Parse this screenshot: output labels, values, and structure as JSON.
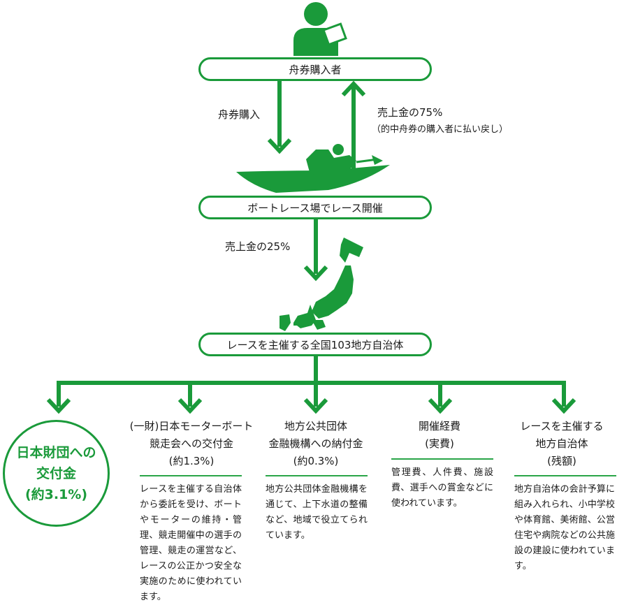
{
  "colors": {
    "green": "#1a9a3a",
    "rule": "#2aa548"
  },
  "nodes": {
    "purchaser": "舟券購入者",
    "race_venue": "ボートレース場でレース開催",
    "municipalities": "レースを主催する全国103地方自治体"
  },
  "edges": {
    "purchase": "舟券購入",
    "payout": "売上金の75%",
    "payout_note": "（的中舟券の購入者に払い戻し）",
    "share": "売上金の25%"
  },
  "icons": {
    "person": "person-reading-icon",
    "boat": "racing-boat-icon",
    "map": "japan-map-icon"
  },
  "nippon_foundation": {
    "line1": "日本財団への",
    "line2": "交付金",
    "line3": "(約3.1%)"
  },
  "columns": [
    {
      "title1": "(一財)日本モーターボート",
      "title2": "競走会への交付金",
      "title3": "(約1.3%)",
      "desc": "レースを主催する自治体から委託を受け、ボートやモーターの維持・管理、競走開催中の選手の管理、競走の運営など、レースの公正かつ安全な実施のために使われています。"
    },
    {
      "title1": "地方公共団体",
      "title2": "金融機構への納付金",
      "title3": "(約0.3%)",
      "desc": "地方公共団体金融機構を通じて、上下水道の整備など、地域で役立てられています。"
    },
    {
      "title1": "開催経費",
      "title2": "(実費)",
      "title3": "",
      "desc": "管理費、人件費、施設費、選手への賞金などに使われています。"
    },
    {
      "title1": "レースを主催する",
      "title2": "地方自治体",
      "title3": "(残額)",
      "desc": "地方自治体の会計予算に組み入れられ、小中学校や体育館、美術館、公営住宅や病院などの公共施設の建設に使われています。"
    }
  ]
}
